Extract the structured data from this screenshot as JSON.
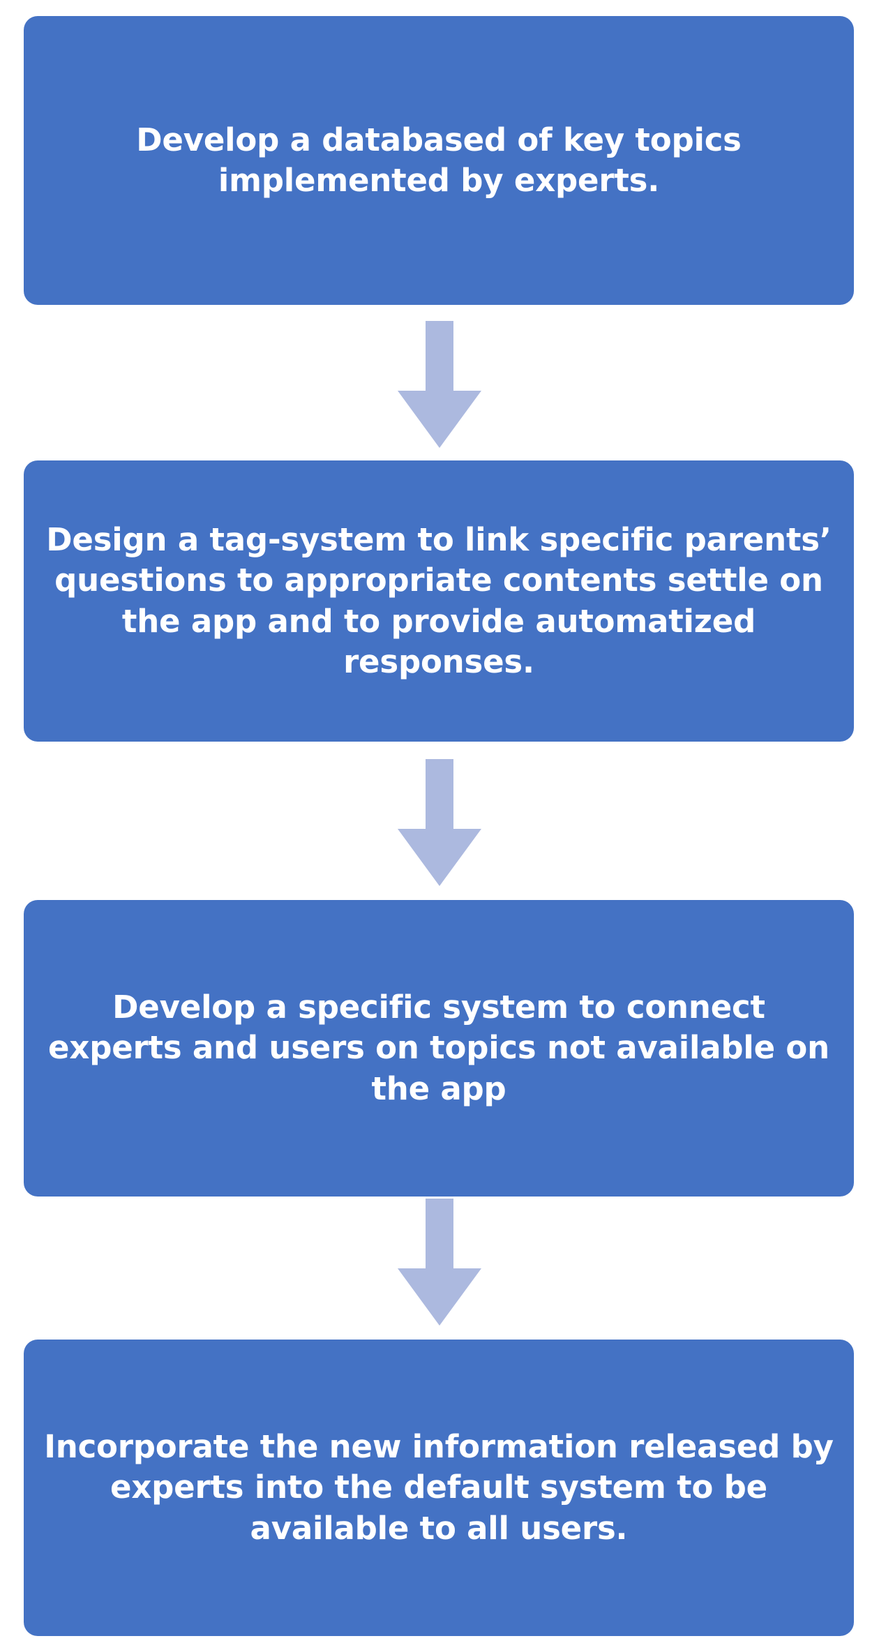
{
  "diagram": {
    "type": "vertical-flowchart",
    "orientation": "top-to-bottom",
    "background_color": "#FFFFFF",
    "node_fill_color": "#4472C4",
    "node_text_color": "#FFFFFF",
    "arrow_fill_color": "#ACB9DF",
    "node_count": 4,
    "connector_count": 3,
    "nodes": [
      {
        "id": "node-1",
        "step": 1,
        "text": "Develop a databased of key topics implemented by experts.",
        "lines": [
          "Develop a databased of key topics",
          "implemented by experts."
        ]
      },
      {
        "id": "node-2",
        "step": 2,
        "text": "Design a tag-system to link specific parents’ questions to appropriate contents settle on the app and to provide automatized responses.",
        "lines": [
          "Design a tag-system to link specific",
          "parents’ questions to appropriate",
          "contents settle on the app and to",
          "provide automatized responses."
        ]
      },
      {
        "id": "node-3",
        "step": 3,
        "text": "Develop a specific system to connect experts and users on topics not available on the app",
        "lines": [
          "Develop a specific system to",
          "connect experts and users on",
          "topics not available on the app"
        ]
      },
      {
        "id": "node-4",
        "step": 4,
        "text": "Incorporate the new information released by experts into the default system to be available to all users.",
        "lines": [
          "Incorporate the new information",
          "released by experts into the",
          "default system to be available to all",
          "users."
        ]
      }
    ],
    "connectors": [
      {
        "id": "arrow-1",
        "from": "node-1",
        "to": "node-2",
        "icon": "arrow-down-icon"
      },
      {
        "id": "arrow-2",
        "from": "node-2",
        "to": "node-3",
        "icon": "arrow-down-icon"
      },
      {
        "id": "arrow-3",
        "from": "node-3",
        "to": "node-4",
        "icon": "arrow-down-icon"
      }
    ]
  }
}
